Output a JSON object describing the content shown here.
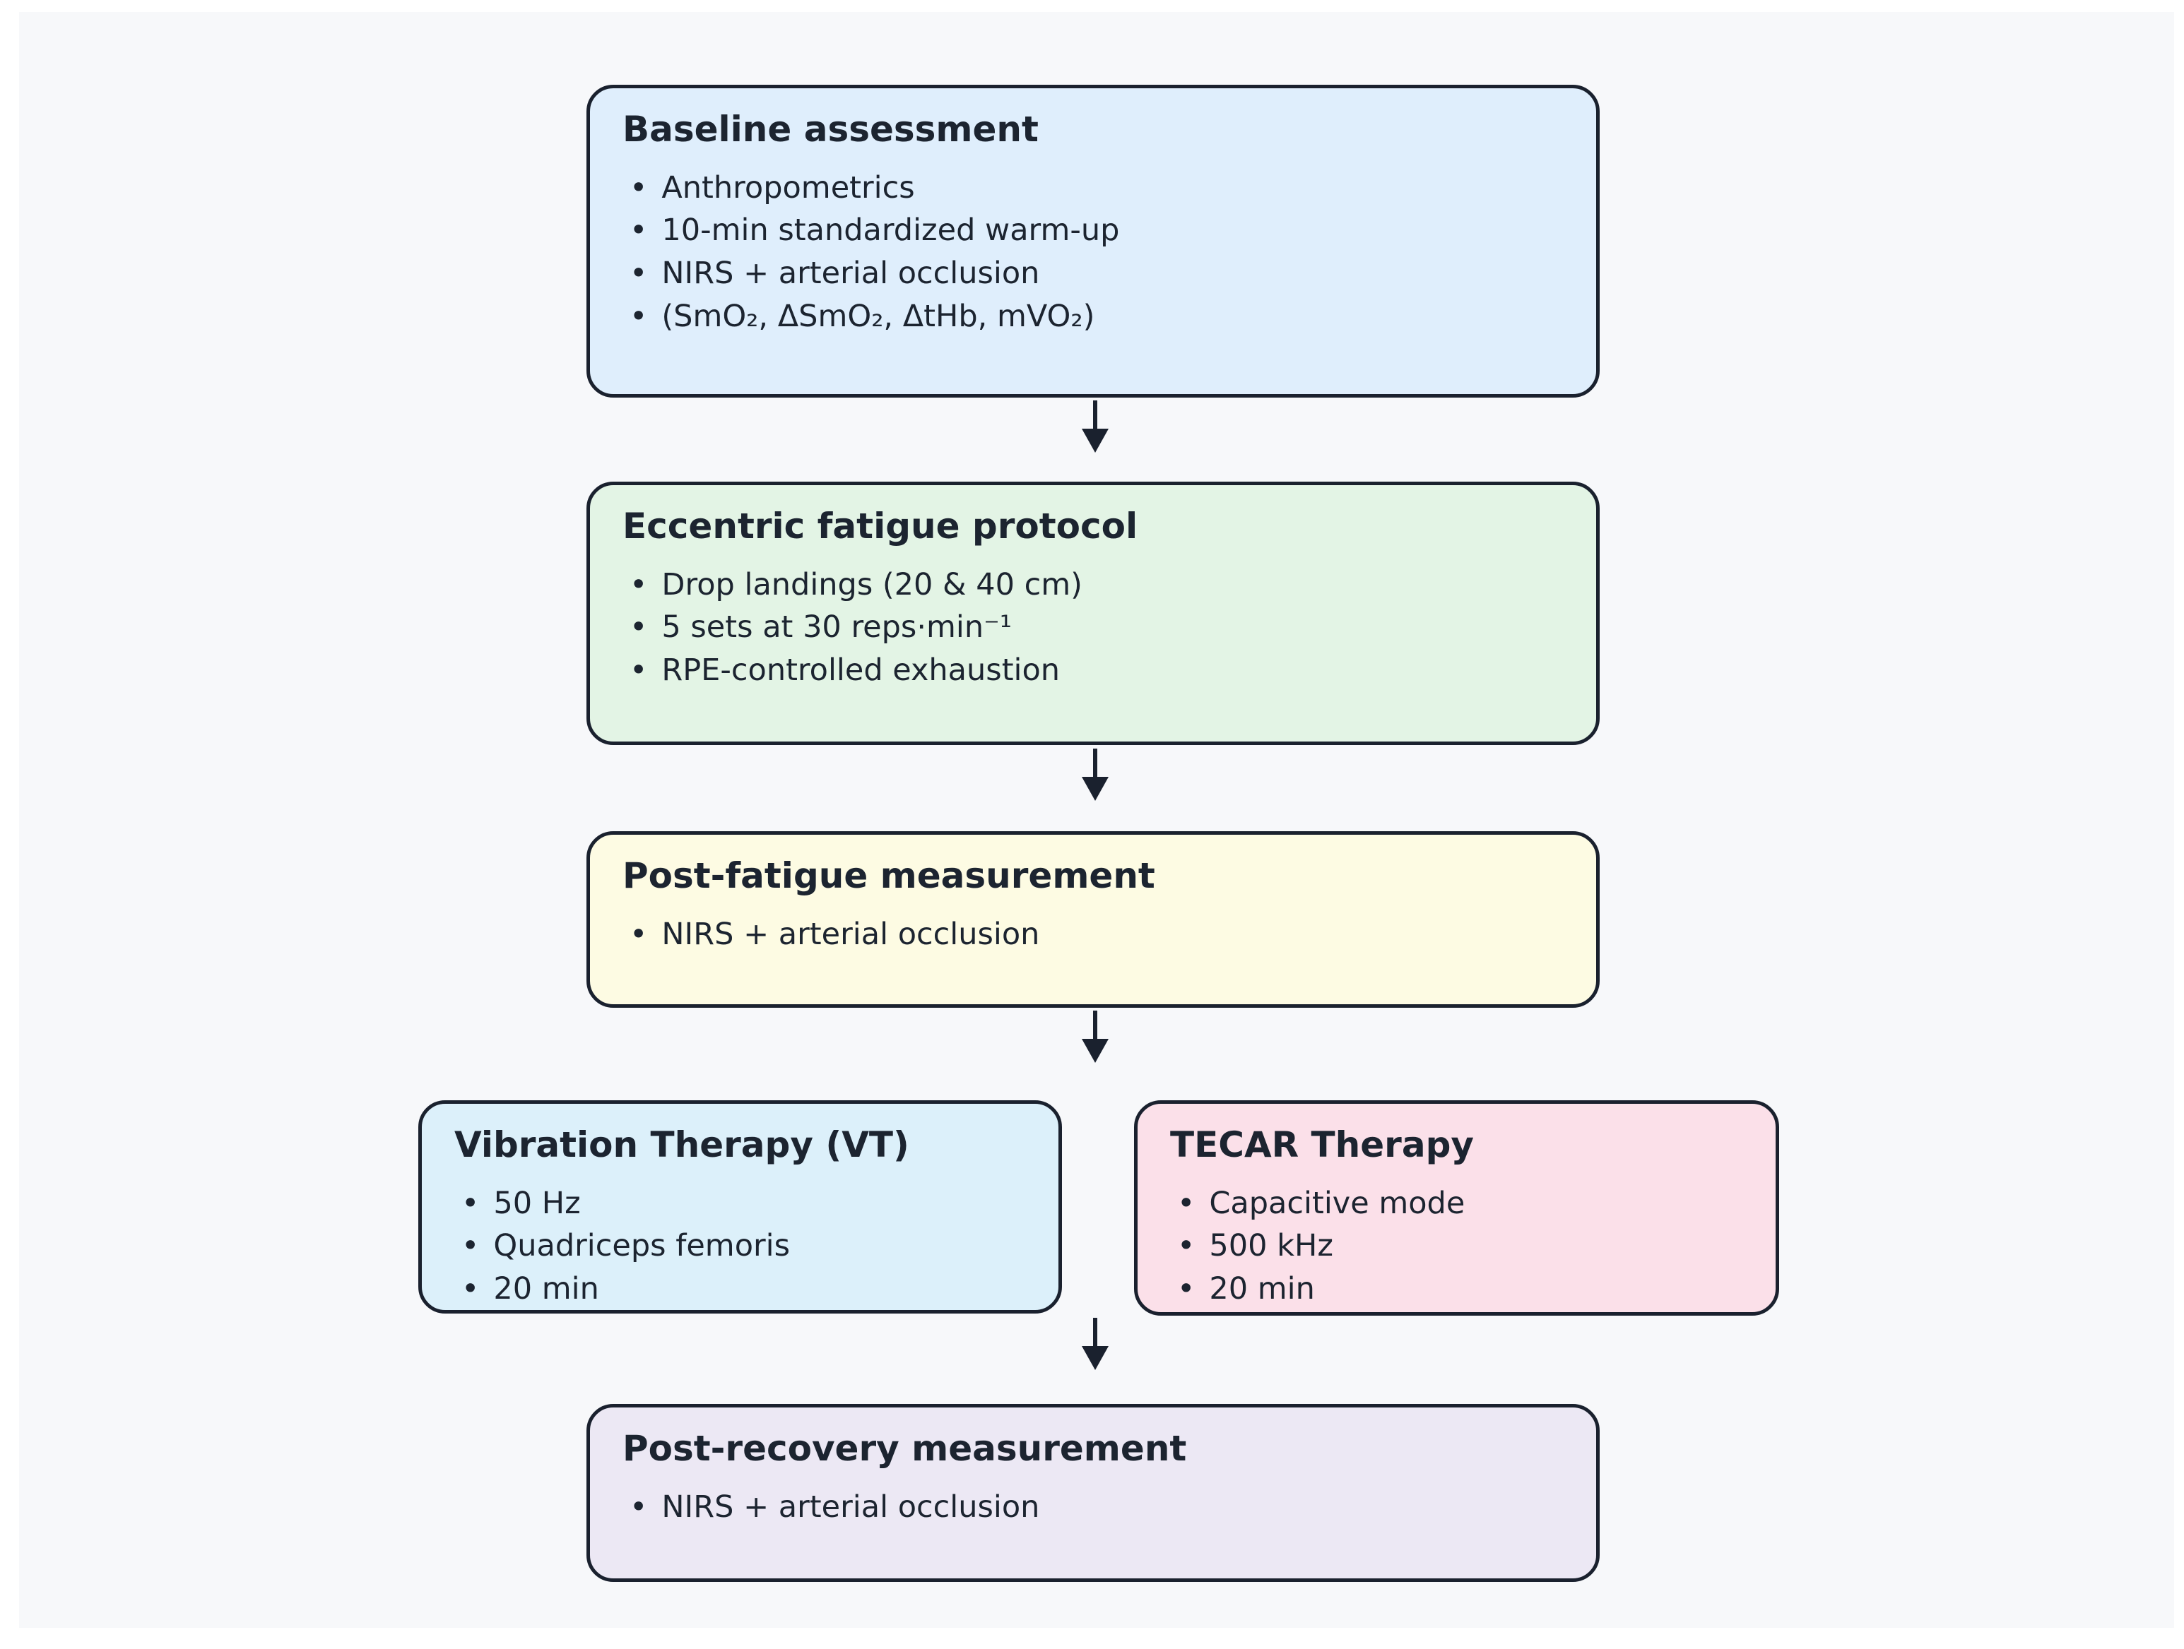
{
  "figure": {
    "background": "#f7f8fa",
    "border_color": "#1a212e",
    "text_color": "#1c2430",
    "bullet_char": "•"
  },
  "boxes": [
    {
      "title": "Baseline assessment",
      "items": [
        "Anthropometrics",
        "10-min standardized warm-up",
        "NIRS + arterial occlusion",
        "(SmO₂, ΔSmO₂, ΔtHb, mVO₂)"
      ],
      "fill": "#dfeefc"
    },
    {
      "title": "Eccentric fatigue protocol",
      "items": [
        "Drop landings (20 & 40 cm)",
        "5 sets at 30 reps·min⁻¹",
        "RPE-controlled exhaustion"
      ],
      "fill": "#e3f4e5"
    },
    {
      "title": "Post-fatigue measurement",
      "items": [
        "NIRS + arterial occlusion"
      ],
      "fill": "#fdfbe3"
    },
    {
      "title": "Vibration Therapy (VT)",
      "items": [
        "50 Hz",
        "Quadriceps femoris",
        "20 min"
      ],
      "fill": "#dcf0fa"
    },
    {
      "title": "TECAR Therapy",
      "items": [
        "Capacitive mode",
        "500 kHz",
        "20 min"
      ],
      "fill": "#fbe0e9"
    },
    {
      "title": "Post-recovery measurement",
      "items": [
        "NIRS + arterial occlusion"
      ],
      "fill": "#ece8f4"
    }
  ]
}
